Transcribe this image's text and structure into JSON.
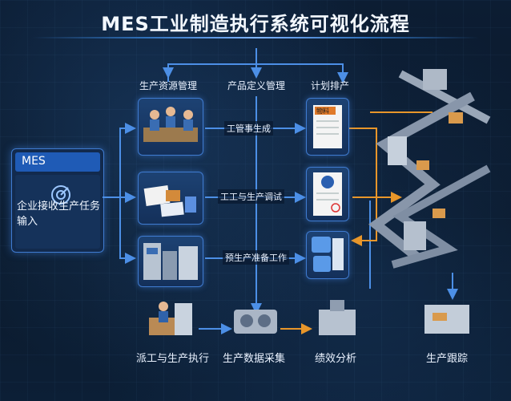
{
  "title": "MES工业制造执行系统可视化流程",
  "mes_box": {
    "header": "MES",
    "text": "企业接收生产任务输入"
  },
  "top_labels": [
    "生产资源管理",
    "产品定义管理",
    "计划排产"
  ],
  "middle_labels": [
    "工管事生成",
    "工工与生产调试",
    "预生产准备工作"
  ],
  "bottom_labels": [
    "派工与生产执行",
    "生产数据采集",
    "绩效分析",
    "生产跟踪"
  ],
  "doc_text": "物料",
  "colors": {
    "flow_blue": "#4c8fe6",
    "flow_orange": "#e8962a",
    "accent": "#3f7bd0"
  }
}
